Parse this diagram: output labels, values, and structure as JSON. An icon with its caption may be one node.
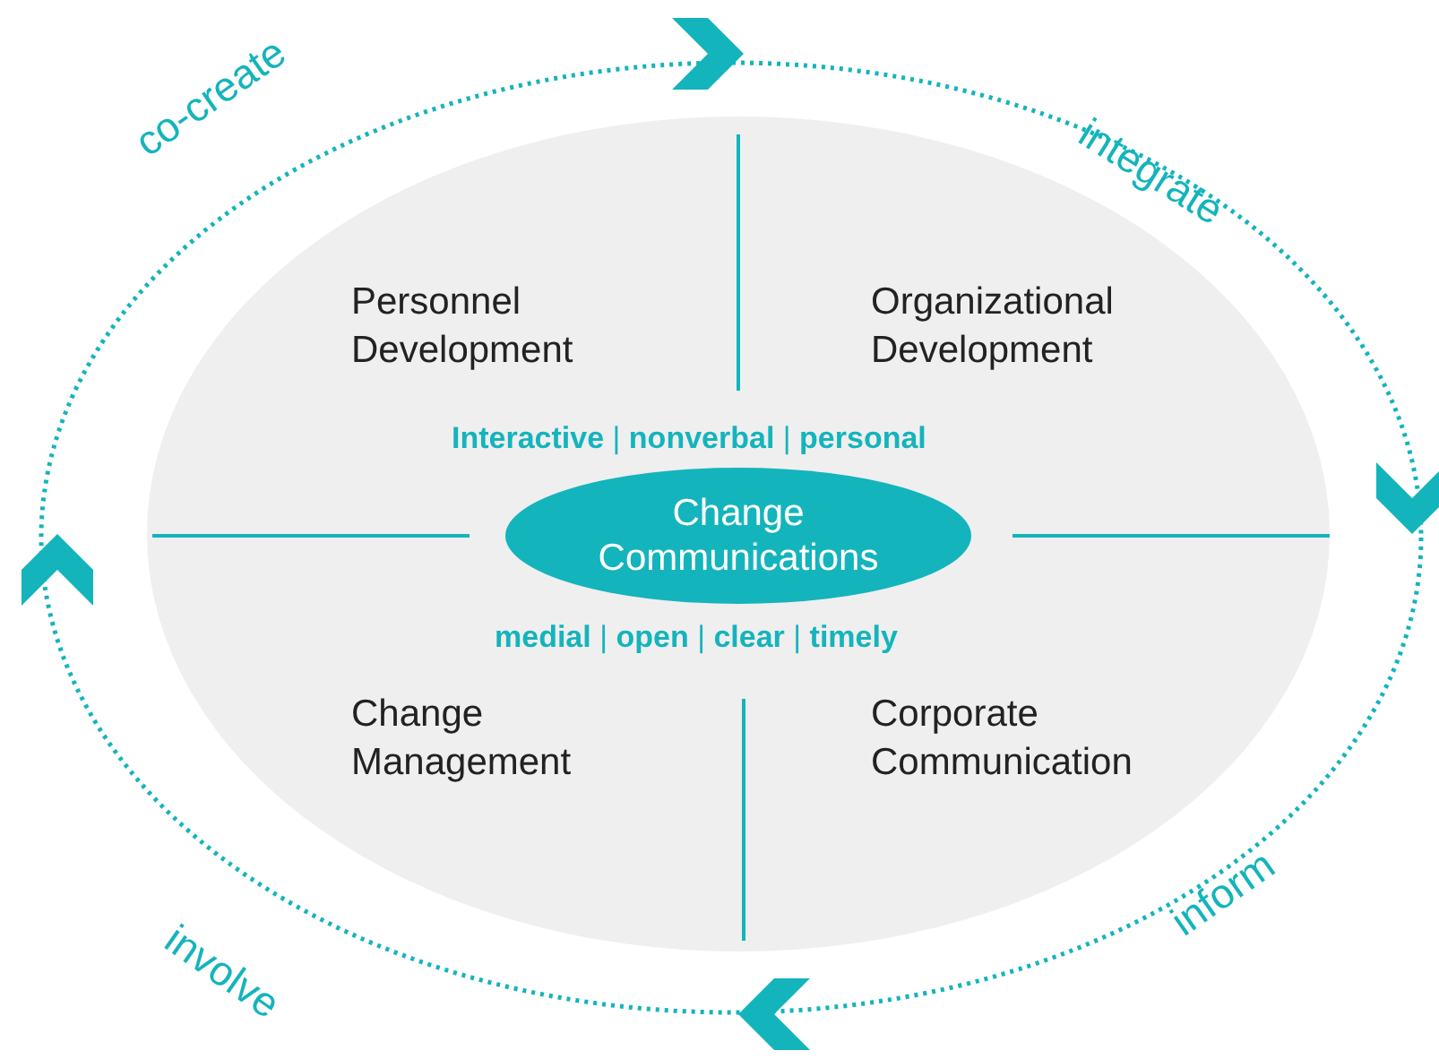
{
  "diagram": {
    "nodes": [
      {
        "text": [
          "Change Communications"
        ]
      }
    ],
    "labels": [
      "co-create",
      "integrate",
      "Personnel Development",
      "Organizational Development",
      "**Interactive** | **nonverbal** | **personal**",
      "**medial** | **open** | **clear** | **timely**",
      "Change Management",
      "Corporate Communication",
      "involve",
      "inform"
    ]
  }
}
